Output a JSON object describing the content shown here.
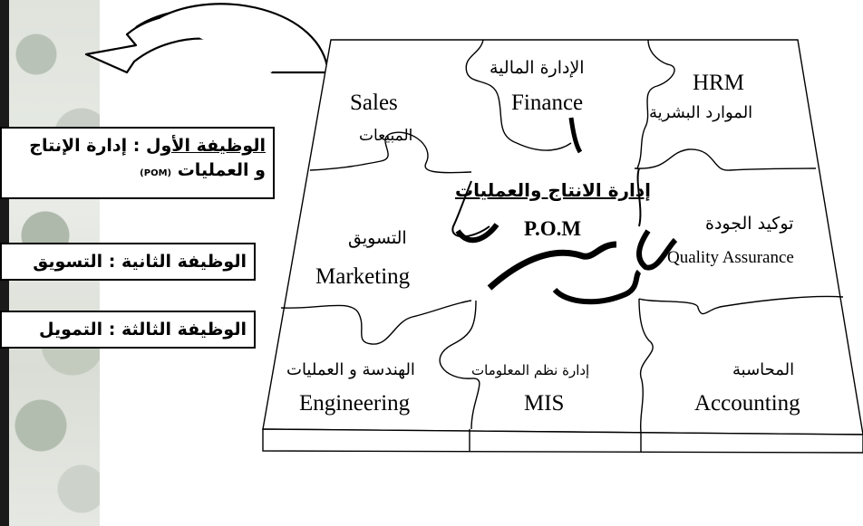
{
  "functions": {
    "first_prefix": "الوظيفة الأول",
    "first_rest": ": إدارة الإنتاج",
    "first_line2": "و العمليات",
    "first_abbr": "(POM)",
    "second": "الوظيفة الثانية : التسويق",
    "third": "الوظيفة الثالثة : التمويل"
  },
  "pieces": {
    "sales_en": "Sales",
    "sales_ar": "المبيعات",
    "finance_ar": "الإدارة المالية",
    "finance_en": "Finance",
    "hrm_en": "HRM",
    "hrm_ar": "الموارد البشرية",
    "pom_ar": "إدارة الانتاج والعمليات",
    "pom_en": "P.O.M",
    "marketing_ar": "التسويق",
    "marketing_en": "Marketing",
    "qa_ar": "توكيد الجودة",
    "qa_en": "Quality Assurance",
    "eng_ar": "الهندسة و العمليات",
    "eng_en": "Engineering",
    "mis_ar": "إدارة نظم المعلومات",
    "mis_en": "MIS",
    "acc_ar": "المحاسبة",
    "acc_en": "Accounting"
  },
  "colors": {
    "stroke": "#000000",
    "background": "#ffffff"
  }
}
